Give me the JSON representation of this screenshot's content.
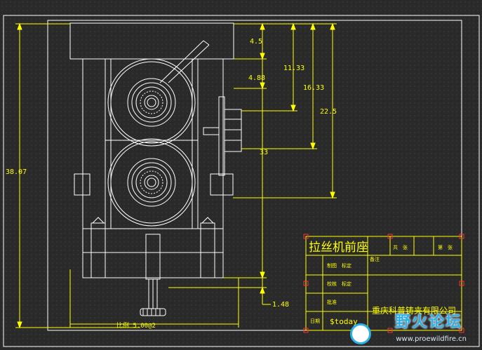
{
  "drawing": {
    "dimensions": {
      "d_4_5": "4.5",
      "d_4_88": "4.88",
      "d_11_33": "11.33",
      "d_16_33": "16.33",
      "d_22_5": "22.5",
      "d_33": "33",
      "d_38_07": "38.07",
      "d_1_48": "1.48",
      "d_bottom": "比例 5.00@2"
    }
  },
  "title_block": {
    "part_name": "拉丝机前座",
    "total_label": "共　张",
    "sheet_label": "第　张",
    "drawn_by": "制图　标定",
    "checked_by": "校核　标定",
    "approved_by": "批准",
    "date_label": "日期",
    "date_value": "$today",
    "company": "重庆科普铸夹有限公司",
    "remark": "备注"
  },
  "watermark": {
    "title": "野火论坛",
    "url": "www.proewildfire.cn"
  },
  "colors": {
    "background": "#2a2a2a",
    "geometry": "#ffffff",
    "dimension": "#ffff00",
    "title_block": "#ffff00",
    "handle": "#ff0000"
  }
}
